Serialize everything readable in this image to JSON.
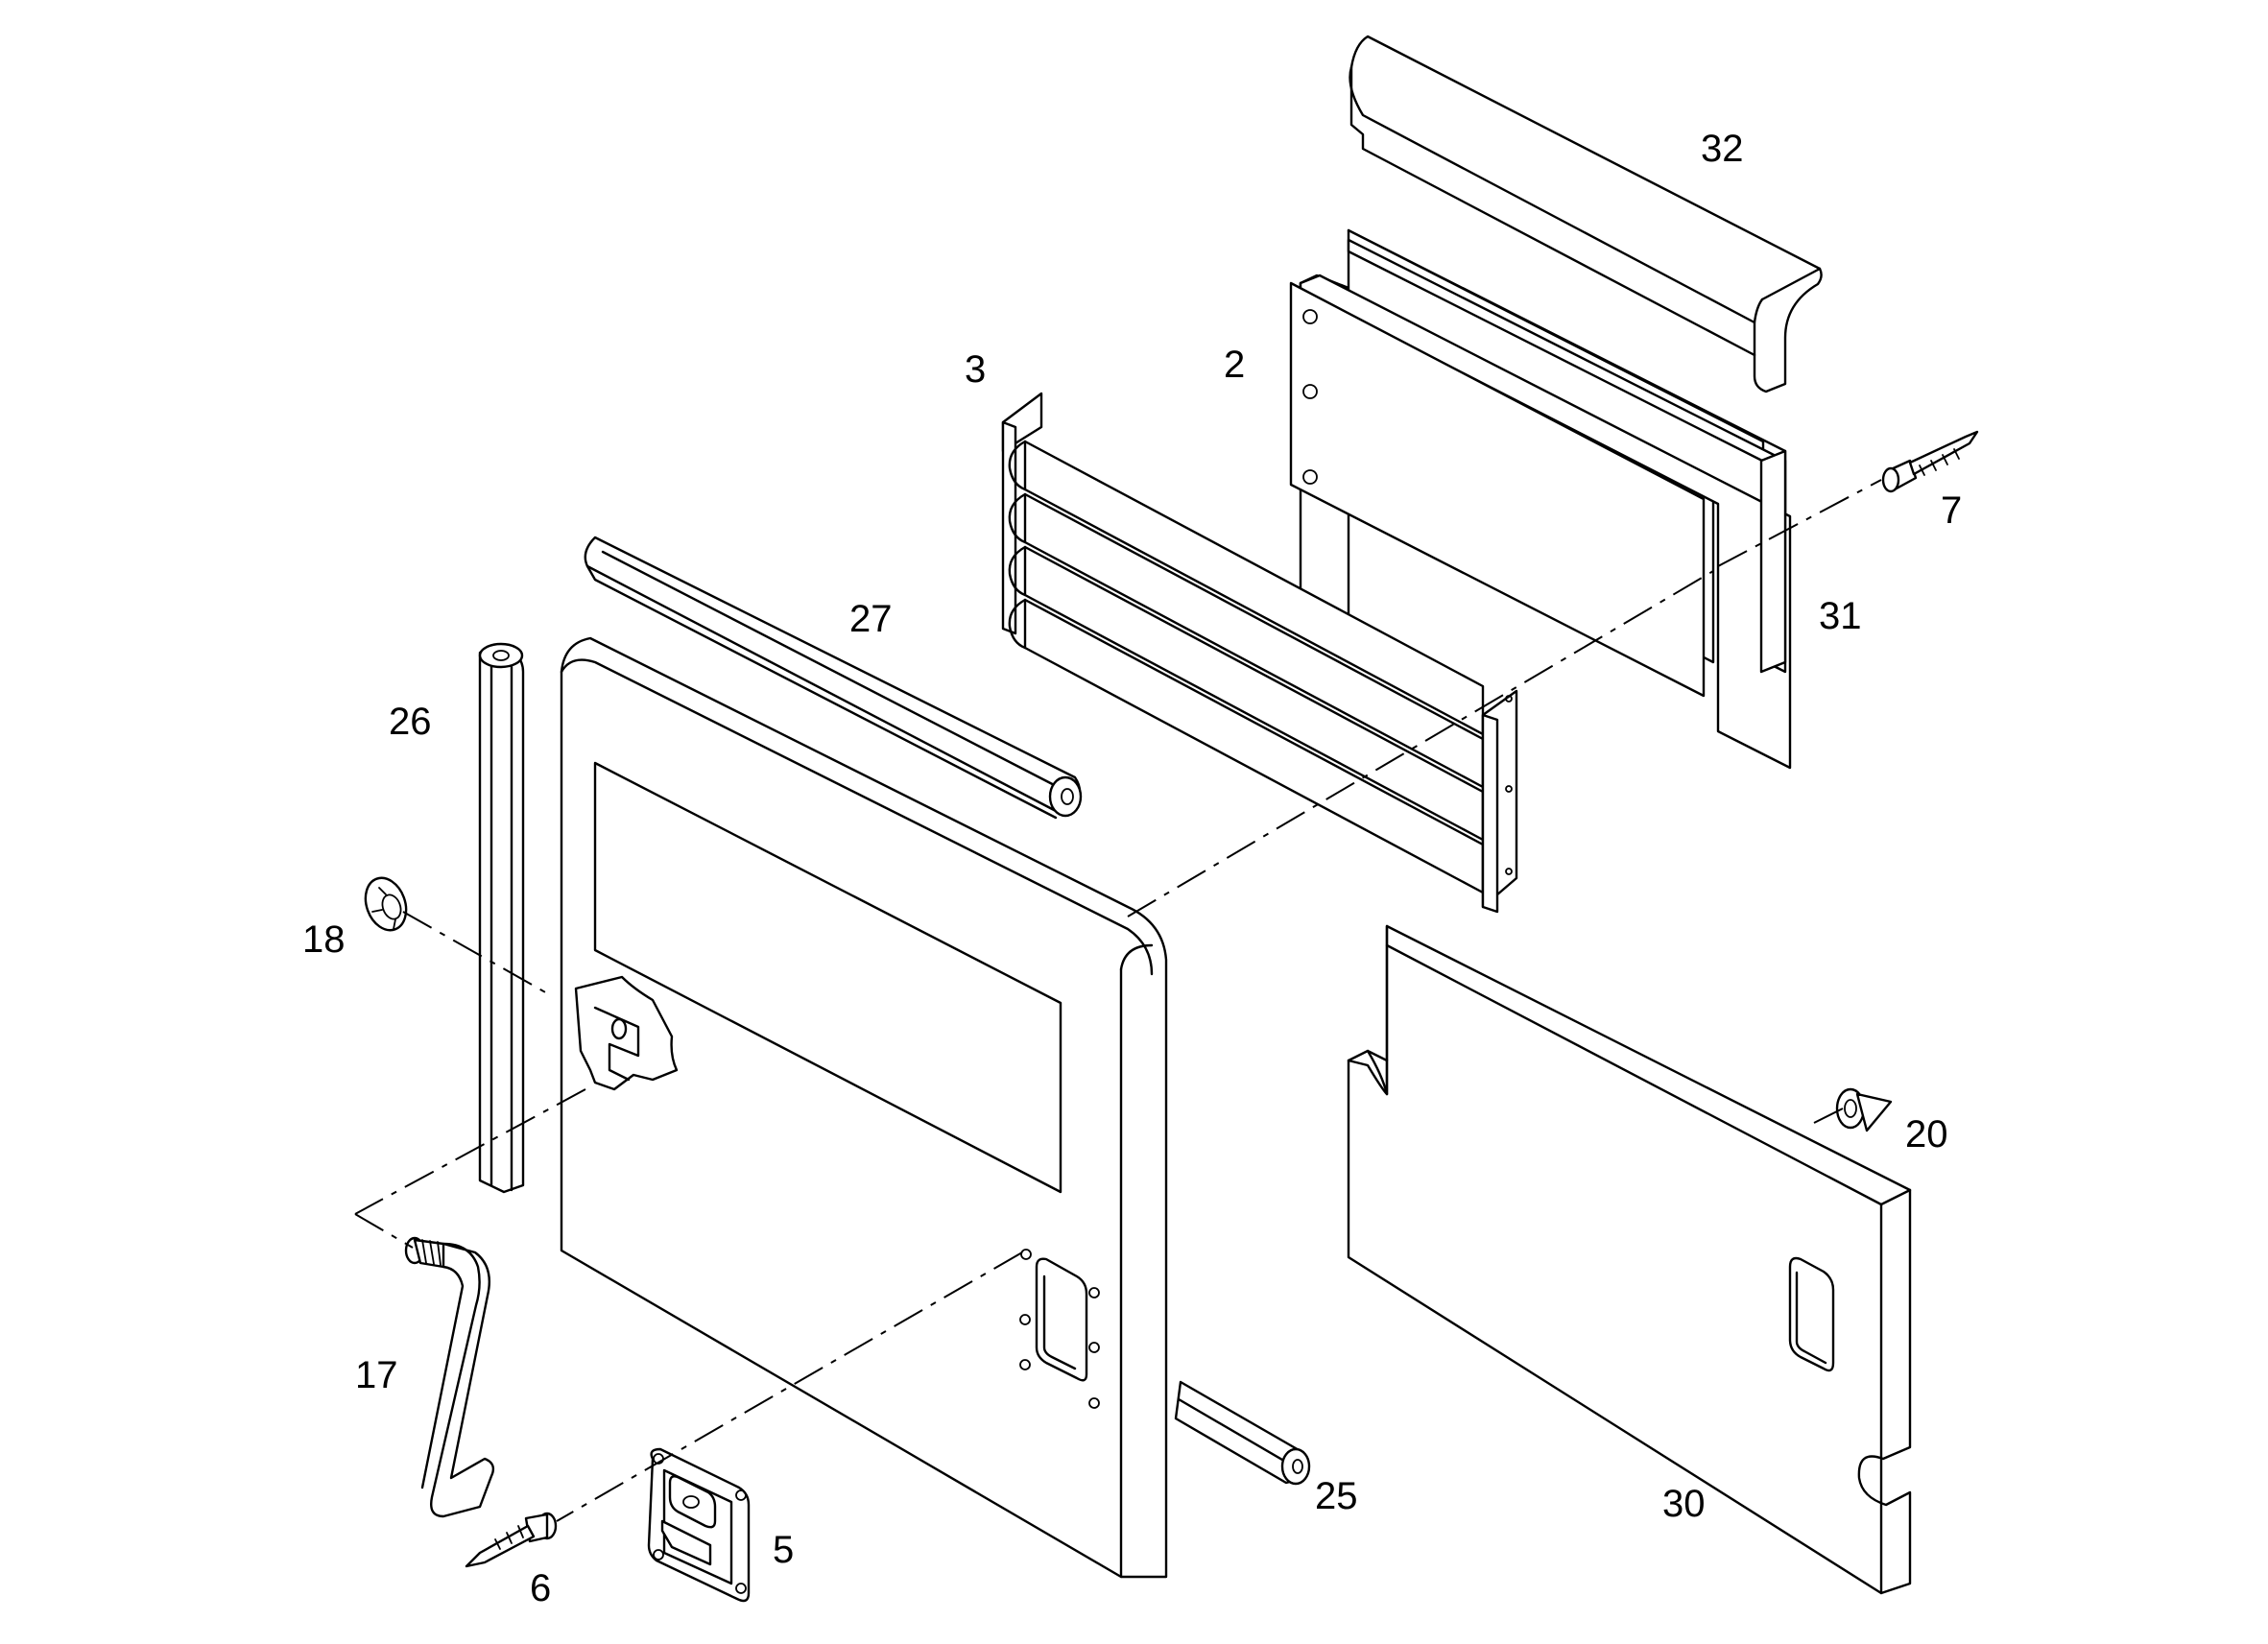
{
  "diagram": {
    "type": "exploded-parts-view",
    "callouts": [
      {
        "id": "c32",
        "text": "32"
      },
      {
        "id": "c3",
        "text": "3"
      },
      {
        "id": "c2",
        "text": "2"
      },
      {
        "id": "c7",
        "text": "7"
      },
      {
        "id": "c31",
        "text": "31"
      },
      {
        "id": "c27",
        "text": "27"
      },
      {
        "id": "c26",
        "text": "26"
      },
      {
        "id": "c18",
        "text": "18"
      },
      {
        "id": "c20",
        "text": "20"
      },
      {
        "id": "c17",
        "text": "17"
      },
      {
        "id": "c25",
        "text": "25"
      },
      {
        "id": "c30",
        "text": "30"
      },
      {
        "id": "c5",
        "text": "5"
      },
      {
        "id": "c6",
        "text": "6"
      }
    ]
  }
}
